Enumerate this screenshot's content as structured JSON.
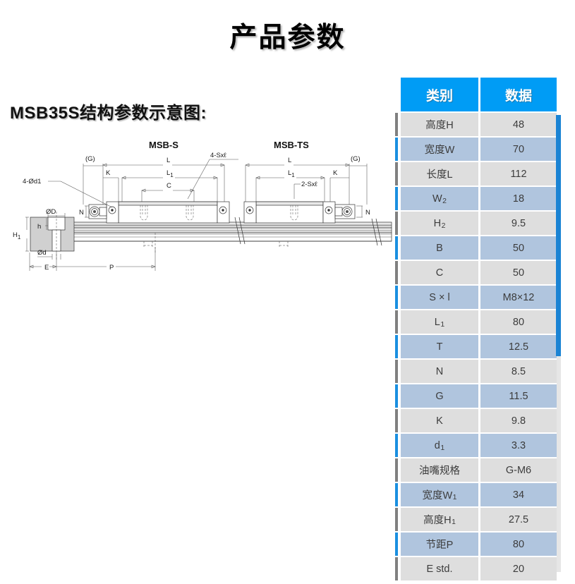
{
  "page": {
    "title": "产品参数",
    "section_heading": "MSB35S结构参数示意图:"
  },
  "diagram": {
    "name": "msb35s-structure-diagram",
    "view_left_label": "MSB-S",
    "view_right_label": "MSB-TS",
    "annotations": {
      "g_left": "(G)",
      "g_right": "(G)",
      "k_left": "K",
      "k_right": "K",
      "l_left": "L",
      "l_right": "L",
      "l1_left": "L",
      "l1_left_sub": "1",
      "l1_right": "L",
      "l1_right_sub": "1",
      "c": "C",
      "screw_left": "4-Sxℓ",
      "screw_right": "2-Sxℓ",
      "n_left": "N",
      "n_right": "N",
      "dia_d1": "4-Ød1",
      "dia_D": "ØD",
      "dia_d": "Ød",
      "h": "h",
      "h1": "H",
      "h1_sub": "1",
      "e": "E",
      "p": "P"
    }
  },
  "table": {
    "name": "product-parameter-table",
    "headers": [
      "类别",
      "数据"
    ],
    "rows": [
      {
        "category": "高度H",
        "value": "48"
      },
      {
        "category": "宽度W",
        "value": "70"
      },
      {
        "category": "长度L",
        "value": "112"
      },
      {
        "category": "W",
        "category_sub": "2",
        "value": "18"
      },
      {
        "category": "H",
        "category_sub": "2",
        "value": "9.5"
      },
      {
        "category": "B",
        "value": "50"
      },
      {
        "category": "C",
        "value": "50"
      },
      {
        "category": "S × l",
        "value": "M8×12"
      },
      {
        "category": "L",
        "category_sub": "1",
        "value": "80"
      },
      {
        "category": "T",
        "value": "12.5"
      },
      {
        "category": "N",
        "value": "8.5"
      },
      {
        "category": "G",
        "value": "11.5"
      },
      {
        "category": "K",
        "value": "9.8"
      },
      {
        "category": "d",
        "category_sub": "1",
        "value": "3.3"
      },
      {
        "category": "油嘴规格",
        "value": "G-M6"
      },
      {
        "category": "宽度W",
        "category_sub": "1",
        "value": "34"
      },
      {
        "category": "高度H",
        "category_sub": "1",
        "value": "27.5"
      },
      {
        "category": "节距P",
        "value": "80"
      },
      {
        "category": "E std.",
        "value": "20"
      }
    ]
  },
  "colors": {
    "header_blue": "#009cf5",
    "row_grey": "#dedede",
    "row_blue": "#b0c5de",
    "accent_blue": "#1a8fe0",
    "accent_grey": "#808080",
    "scrollbar_thumb": "#1a83d4",
    "scrollbar_track": "#e6e6e6",
    "text": "#3c3c3c"
  },
  "scrollbar": {
    "name": "page-scrollbar",
    "position_percent": 0
  }
}
